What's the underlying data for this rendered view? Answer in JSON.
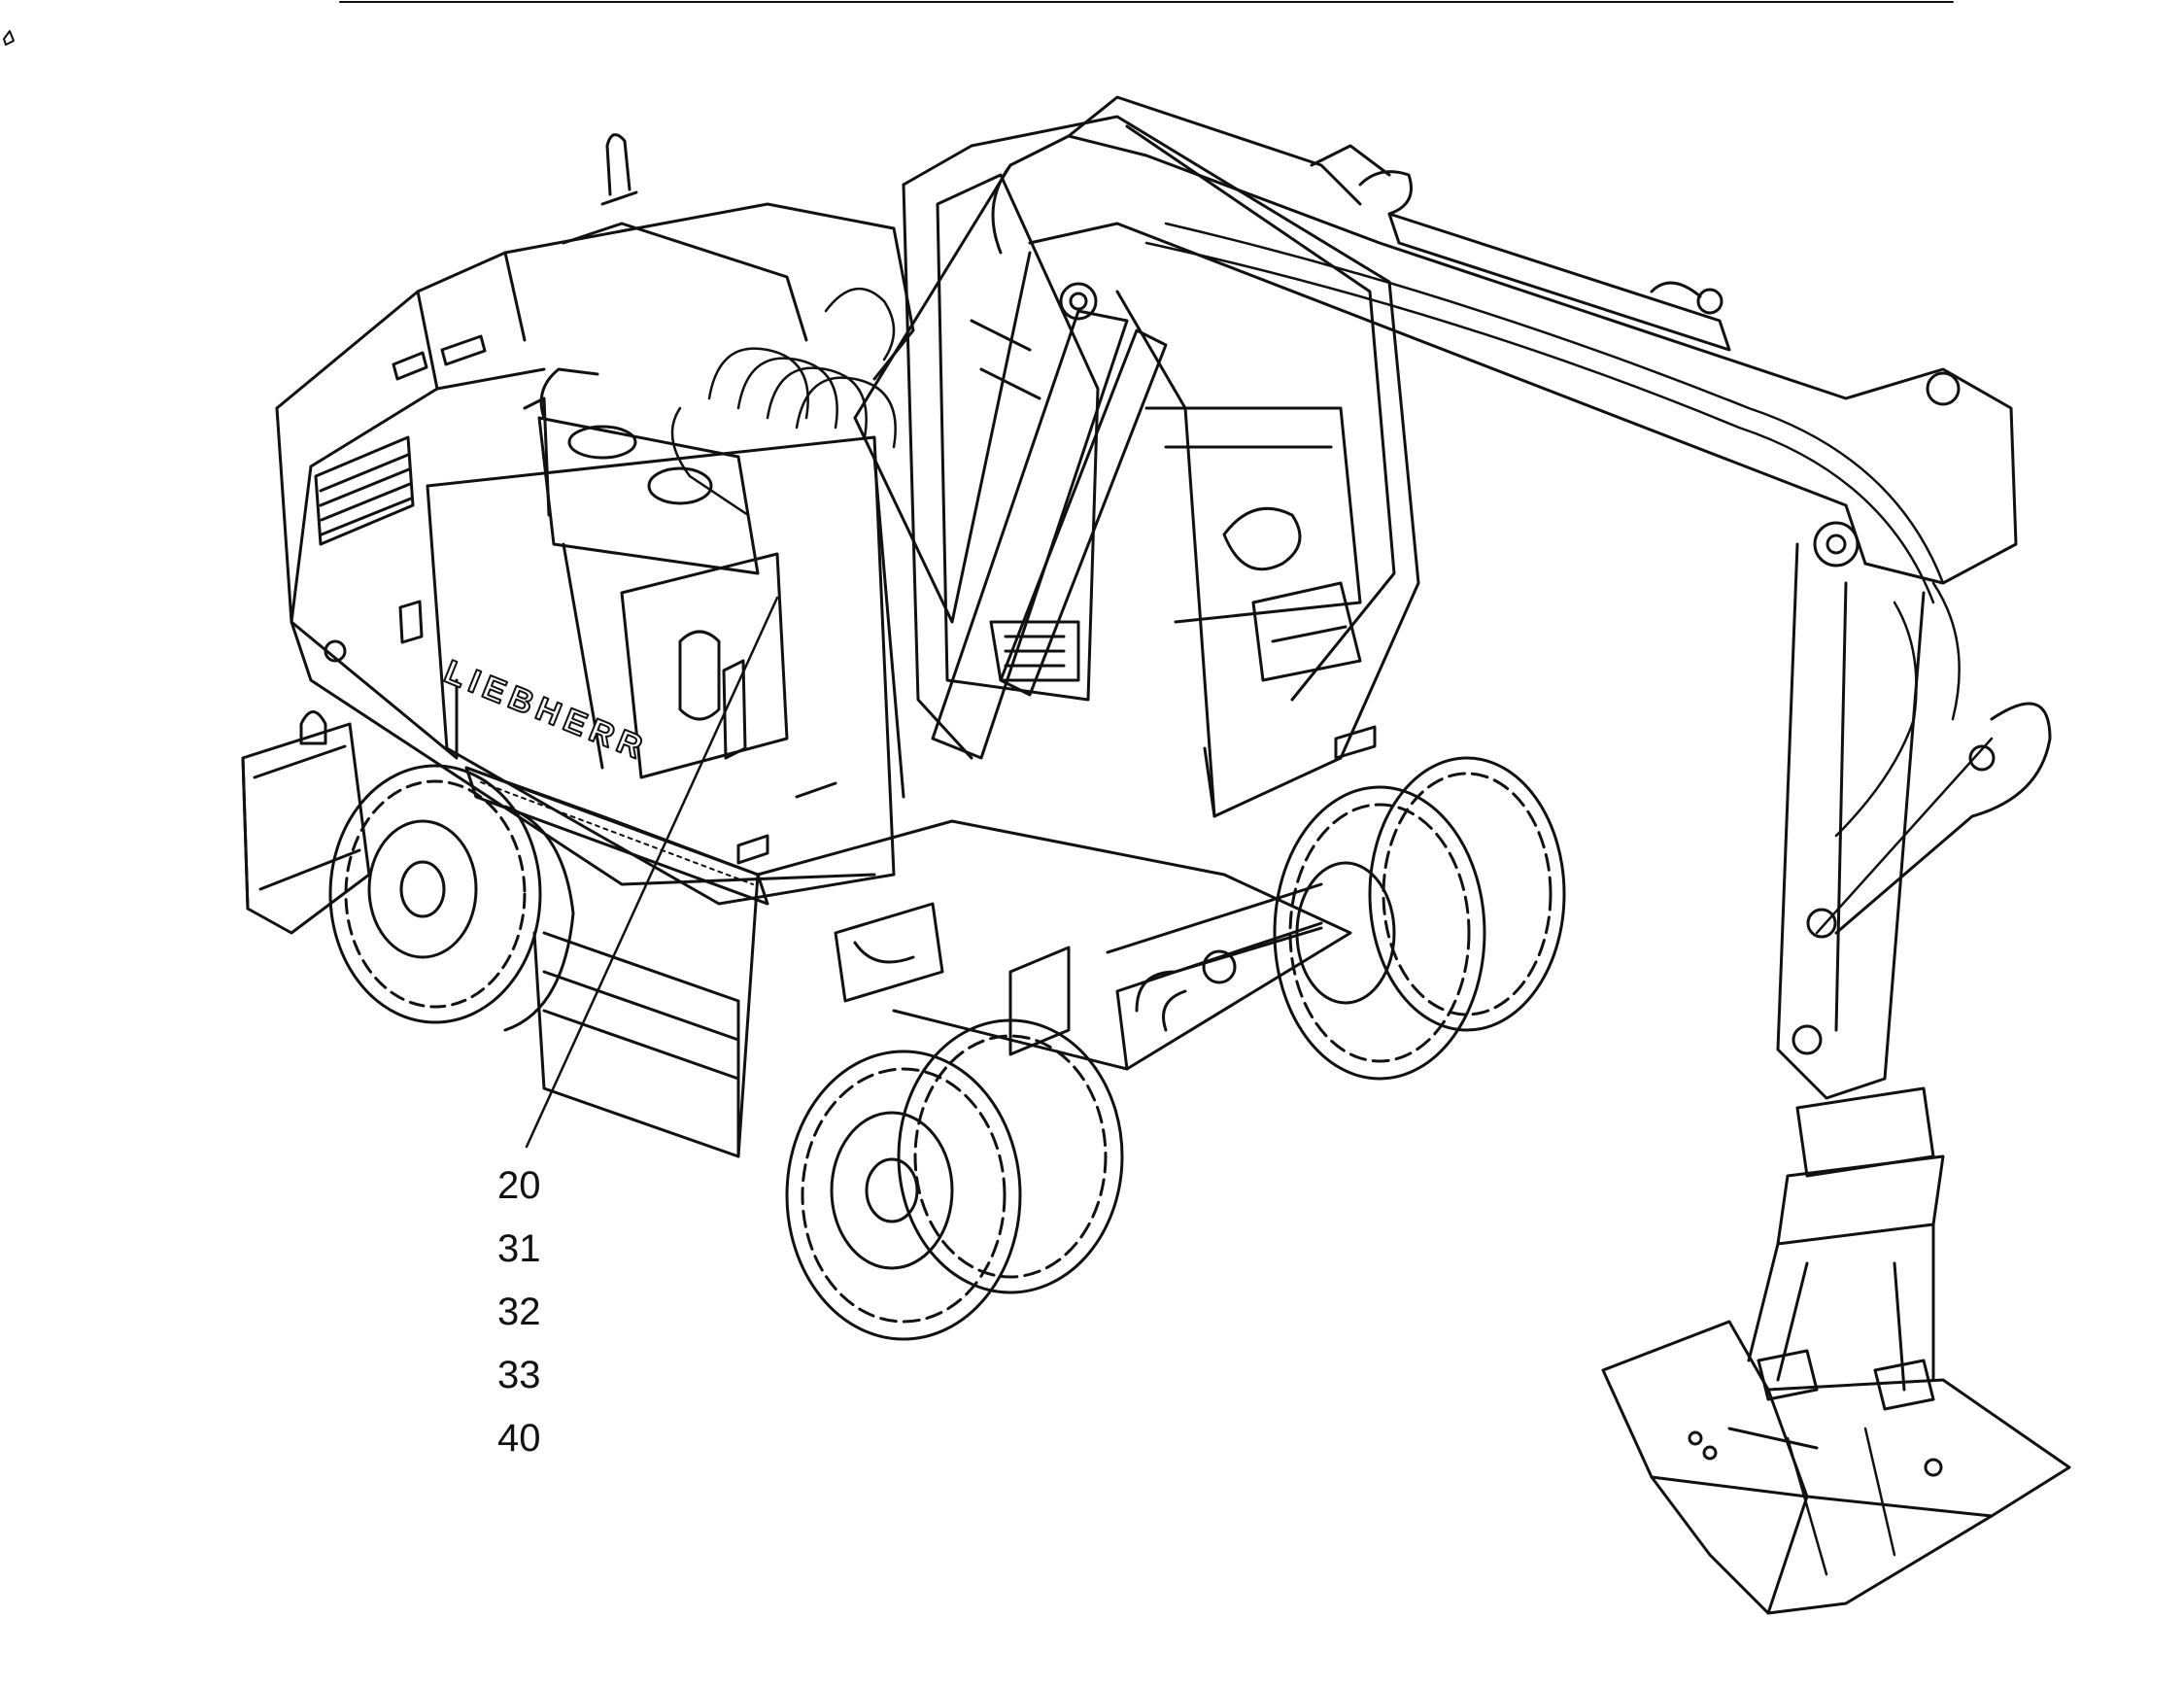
{
  "figure": {
    "brand_text": "LIEBHERR",
    "callouts": [
      {
        "label": "20"
      },
      {
        "label": "31"
      },
      {
        "label": "32"
      },
      {
        "label": "33"
      },
      {
        "label": "40"
      }
    ]
  },
  "colors": {
    "ink": "#111111",
    "paper": "#ffffff"
  }
}
